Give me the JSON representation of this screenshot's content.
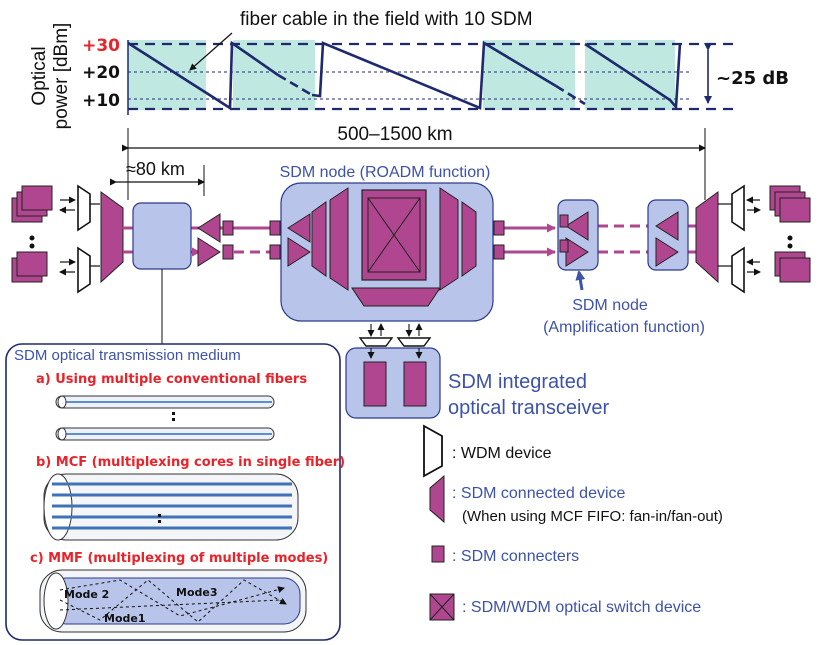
{
  "power_plot": {
    "title": "fiber cable in the field with 10 SDM",
    "ylabel_line1": "Optical",
    "ylabel_line2": "power [dBm]",
    "ticks": [
      "+30",
      "+20",
      "+10"
    ],
    "span_label": "~25 dB"
  },
  "distances": {
    "total": "500–1500 km",
    "span": "≈80 km"
  },
  "nodes": {
    "roadm": "SDM node (ROADM function)",
    "amp_line1": "SDM node",
    "amp_line2": "(Amplification function)"
  },
  "transceiver": {
    "line1": "SDM integrated",
    "line2": "optical transceiver"
  },
  "medium": {
    "title": "SDM optical transmission medium",
    "a": "a) Using multiple conventional fibers",
    "b": "b) MCF (multiplexing cores in single fiber)",
    "c": "c) MMF (multiplexing of multiple modes)",
    "mode1": "Mode1",
    "mode2": "Mode 2",
    "mode3": "Mode3"
  },
  "legend": {
    "wdm": ": WDM device",
    "sdm_connected": ": SDM connected device",
    "sdm_connected_note": "(When using MCF FIFO: fan-in/fan-out)",
    "connectors": ": SDM connecters",
    "switch": ":  SDM/WDM optical switch device"
  },
  "colors": {
    "magenta": "#b0468f",
    "node_fill": "#b8c4ea",
    "navy": "#1f2a6e",
    "red": "#e8232a",
    "teal": "#bfe8e1",
    "label_blue": "#3d52a8"
  }
}
